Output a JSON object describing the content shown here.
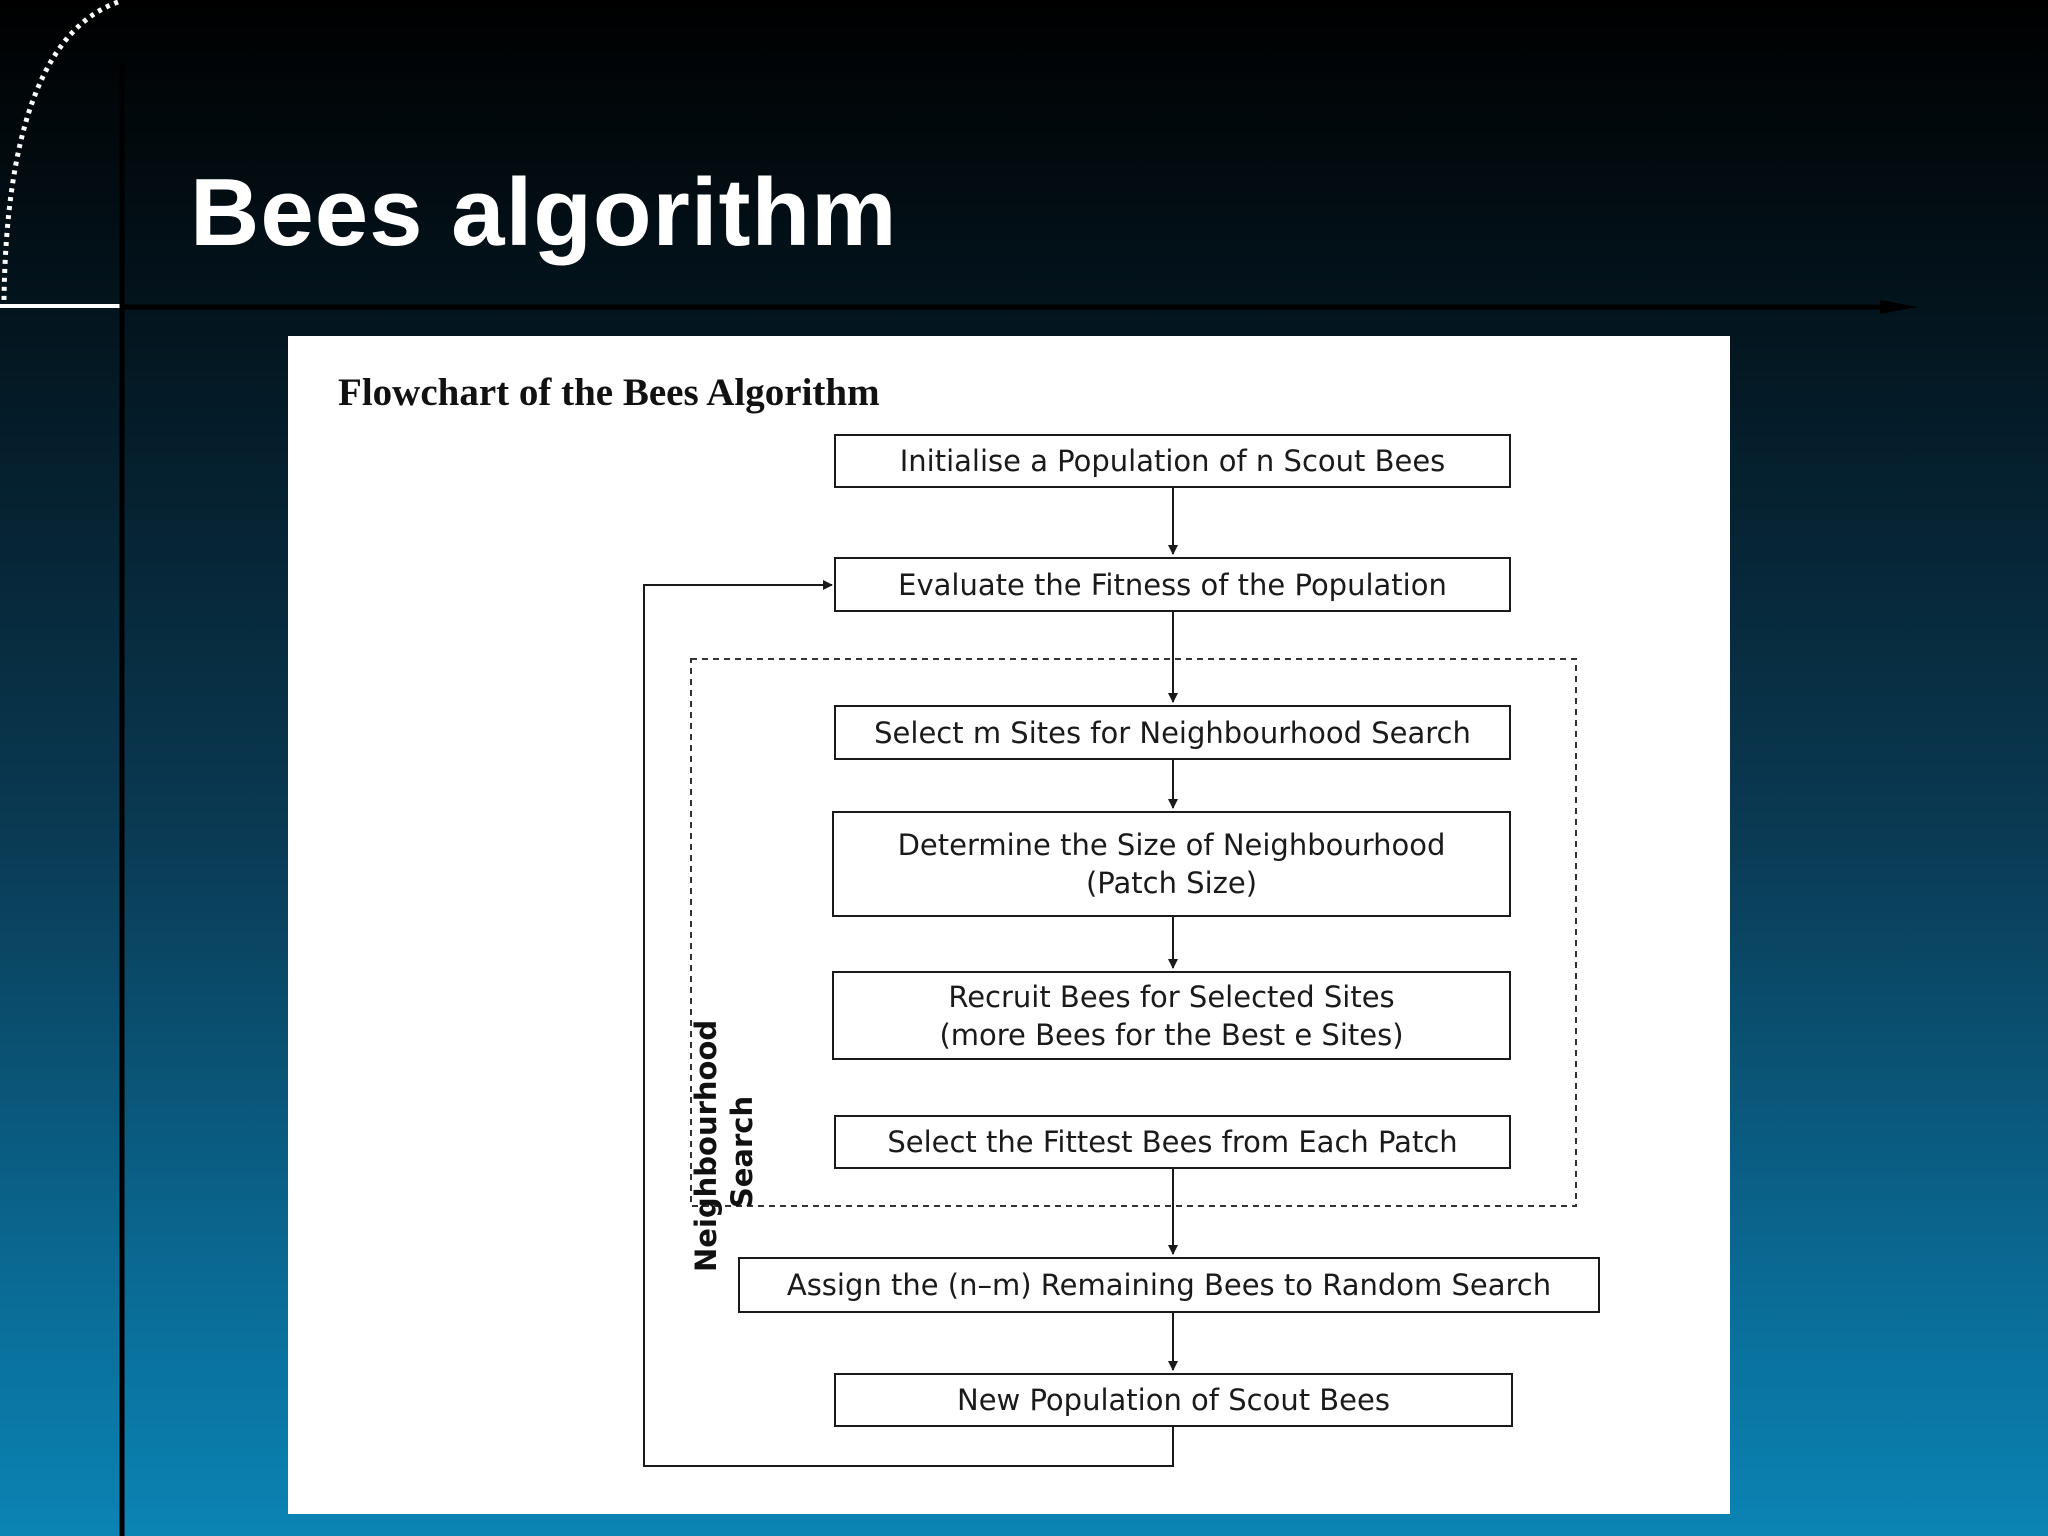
{
  "slide": {
    "title": "Bees algorithm"
  },
  "figure": {
    "title": "Flowchart of the Bees Algorithm",
    "steps": [
      {
        "id": "initialise",
        "lines": [
          "Initialise a Population of n Scout Bees"
        ]
      },
      {
        "id": "evaluate",
        "lines": [
          "Evaluate the Fitness of the Population"
        ]
      },
      {
        "id": "select-sites",
        "lines": [
          "Select m Sites for Neighbourhood Search"
        ]
      },
      {
        "id": "patch-size",
        "lines": [
          "Determine the Size of Neighbourhood",
          "(Patch Size)"
        ]
      },
      {
        "id": "recruit",
        "lines": [
          "Recruit Bees for Selected Sites",
          "(more Bees for the Best e Sites)"
        ]
      },
      {
        "id": "select-fittest",
        "lines": [
          "Select the Fittest Bees from Each Patch"
        ]
      },
      {
        "id": "random-search",
        "lines": [
          "Assign the (n–m) Remaining Bees to Random Search"
        ]
      },
      {
        "id": "new-population",
        "lines": [
          "New Population of Scout Bees"
        ]
      }
    ],
    "group_label": [
      "Neighbourhood",
      "Search"
    ]
  }
}
